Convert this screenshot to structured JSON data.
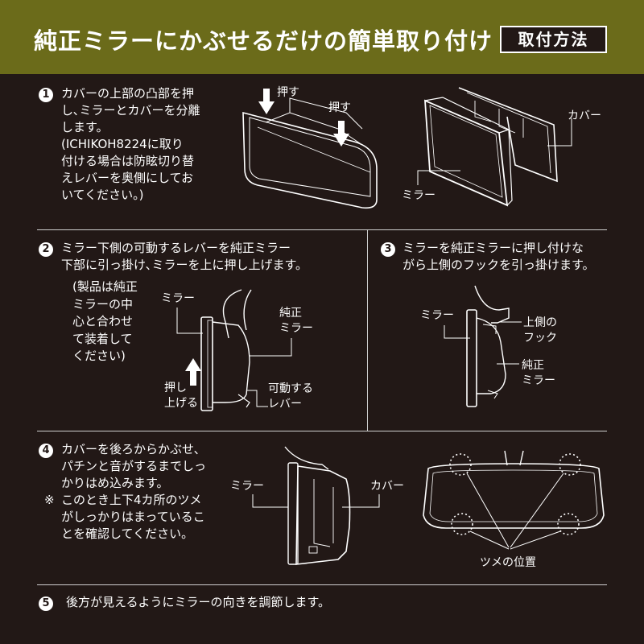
{
  "header": {
    "title": "純正ミラーにかぶせるだけの簡単取り付け",
    "badge": "取付方法"
  },
  "steps": {
    "s1": {
      "num": "1",
      "text": "カバーの上部の凸部を押\nし､ミラーとカバーを分離\nします。",
      "note": "(ICHIKOH8224に取り\n付ける場合は防眩切り替\nえレバーを奥側にしてお\nいてください。)",
      "labels": {
        "push1": "押す",
        "push2": "押す",
        "cover": "カバー",
        "mirror": "ミラー"
      }
    },
    "s2": {
      "num": "2",
      "text": "ミラー下側の可動するレバーを純正ミラー\n下部に引っ掛け､ミラーを上に押し上げます。",
      "note": "(製品は純正\nミラーの中\n心と合わせ\nて装着して\nください)",
      "labels": {
        "mirror": "ミラー",
        "oem": "純正\nミラー",
        "push_up": "押し\n上げる",
        "lever": "可動する\nレバー"
      }
    },
    "s3": {
      "num": "3",
      "text": "ミラーを純正ミラーに押し付けな\nがら上側のフックを引っ掛けます。",
      "labels": {
        "mirror": "ミラー",
        "hook": "上側の\nフック",
        "oem": "純正\nミラー"
      }
    },
    "s4": {
      "num": "4",
      "text": "カバーを後ろからかぶせ､\nパチンと音がするまでしっ\nかりはめ込みます。",
      "note_mark": "※",
      "note": "このとき上下4カ所のツメ\nがしっかりはまっているこ\nとを確認してください。",
      "labels": {
        "mirror": "ミラー",
        "cover": "カバー",
        "tabs": "ツメの位置"
      }
    },
    "s5": {
      "num": "5",
      "text": "後方が見えるようにミラーの向きを調節します。"
    }
  },
  "colors": {
    "background": "#221816",
    "header": "#6b6b1a",
    "text": "#ffffff"
  },
  "icons": [
    "push-arrow-icon",
    "up-arrow-icon",
    "numbered-circle-icon"
  ]
}
